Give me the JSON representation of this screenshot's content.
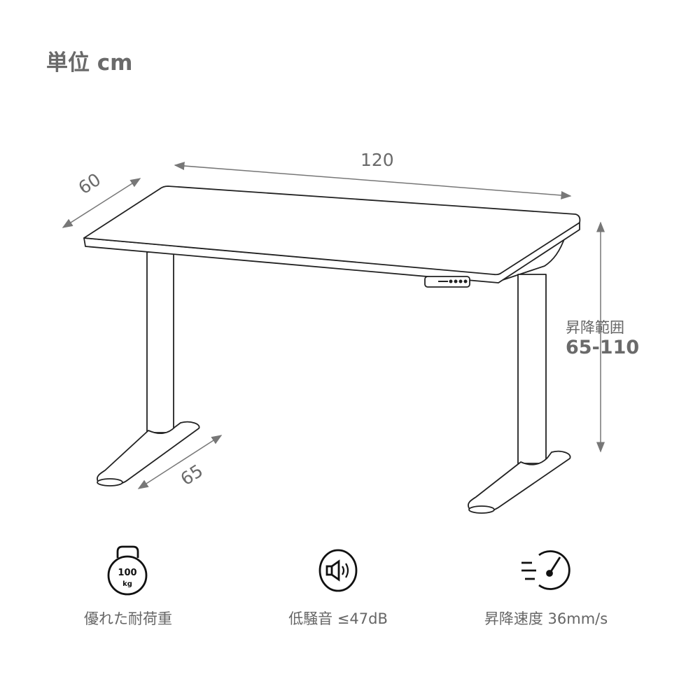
{
  "unit_label": "単位 cm",
  "dimensions": {
    "width": "120",
    "depth": "60",
    "foot_depth": "65",
    "height_range_label": "昇降範囲",
    "height_range_value": "65-110"
  },
  "features": [
    {
      "icon": "kettlebell-icon",
      "icon_text_top": "100",
      "icon_text_bottom": "kg",
      "label": "優れた耐荷重"
    },
    {
      "icon": "speaker-icon",
      "label": "低騒音 ≤47dB"
    },
    {
      "icon": "speedometer-icon",
      "label": "昇降速度 36mm/s"
    }
  ],
  "colors": {
    "text": "#666666",
    "line": "#222222",
    "dimension": "#777777"
  }
}
